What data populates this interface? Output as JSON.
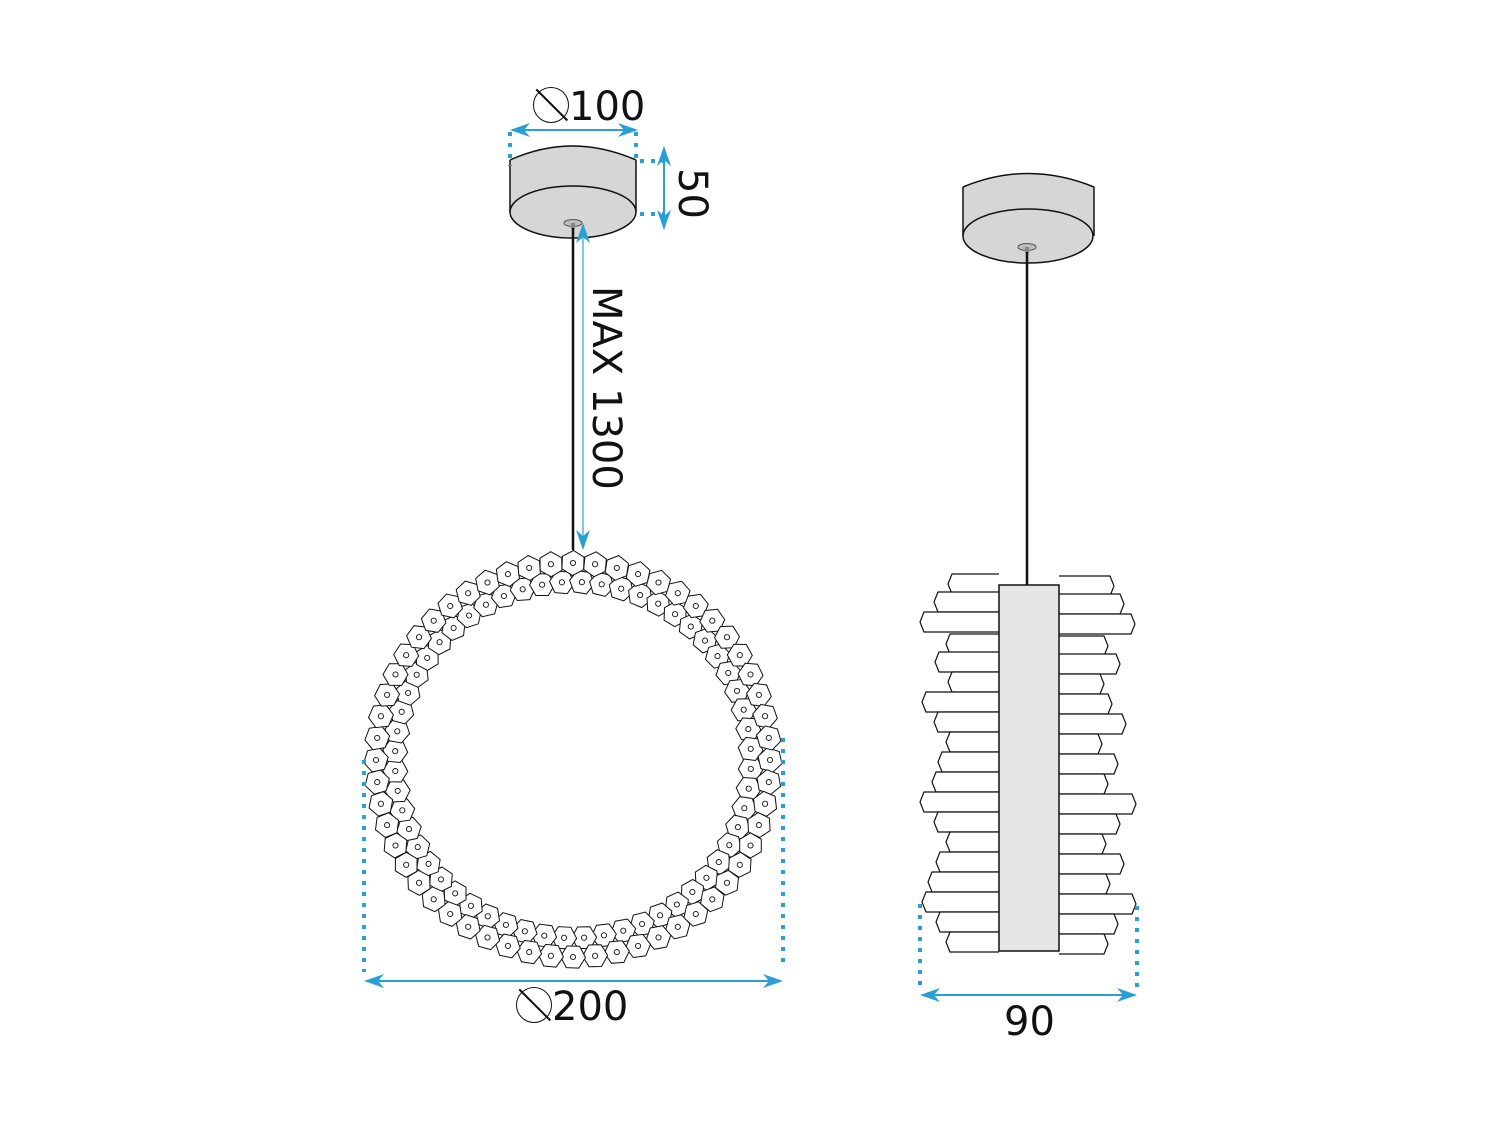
{
  "diagram": {
    "title": "Pendant lamp dimension drawing",
    "accent_color": "#2a9fd6",
    "line_color": "#111111",
    "fill_color": "#d6d6d6",
    "views": [
      {
        "name": "front-view",
        "canopy": {
          "diameter_label": "100",
          "height_label": "50"
        },
        "cable": {
          "label": "MAX 1300"
        },
        "shade": {
          "shape": "hexagon-crystal-ring",
          "diameter_label": "200"
        }
      },
      {
        "name": "side-view",
        "canopy": {},
        "cable": {},
        "shade": {
          "shape": "stacked-crystal-bars",
          "width_label": "90"
        }
      }
    ]
  },
  "labels": {
    "canopy_diameter": "100",
    "canopy_height": "50",
    "cable_max": "MAX 1300",
    "ring_diameter": "200",
    "side_width": "90"
  },
  "icons": {
    "diameter_symbol": "diameter-icon"
  }
}
